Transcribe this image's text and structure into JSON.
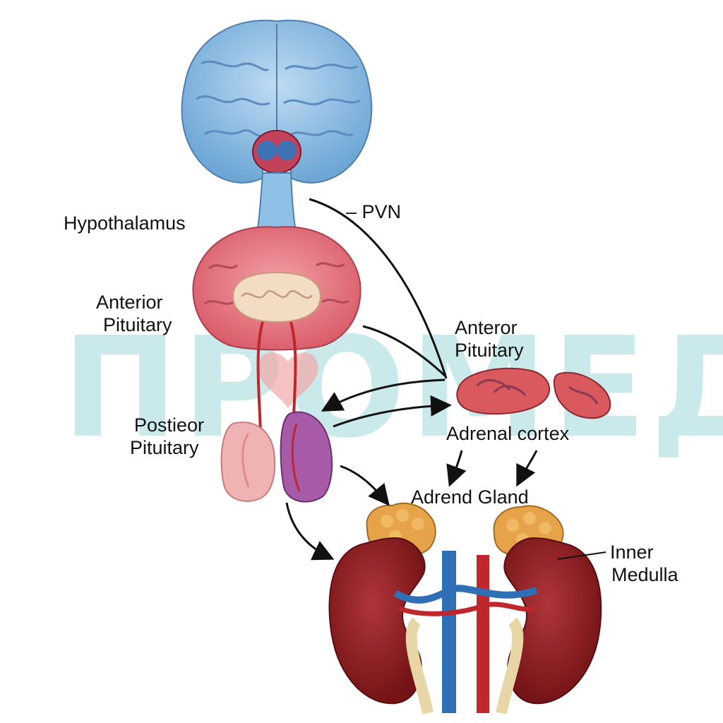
{
  "watermark": {
    "text": "ПРОМЕД",
    "color": "#9dd8dc",
    "heart_color": "#f2a7a7"
  },
  "labels": {
    "hypothalamus": "Hypothalamus",
    "pvn": "– PVN",
    "anterior_pituitary_left_line1": "Anterior",
    "anterior_pituitary_left_line2": "Pituitary",
    "anterior_pituitary_right_line1": "Anteror",
    "anterior_pituitary_right_line2": "Pituitary",
    "posterior_pituitary_line1": "Postieor",
    "posterior_pituitary_line2": "Pituitary",
    "adrenal_cortex": "Adrenal cortex",
    "adrenal_gland": "Adrend Gland",
    "inner_medulla_line1": "Inner",
    "inner_medulla_line2": "Medulla"
  },
  "colors": {
    "brain": "#8fc1e6",
    "hypothalamus": "#e67b86",
    "pituitary": "#f0b3b3",
    "posterior_lobe": "#a65aa8",
    "adrenal_cortex": "#d9595f",
    "kidney": "#8c1c1f",
    "adrenal_gland": "#e6a34a",
    "vein": "#2f6fb5",
    "artery": "#c0272d"
  }
}
